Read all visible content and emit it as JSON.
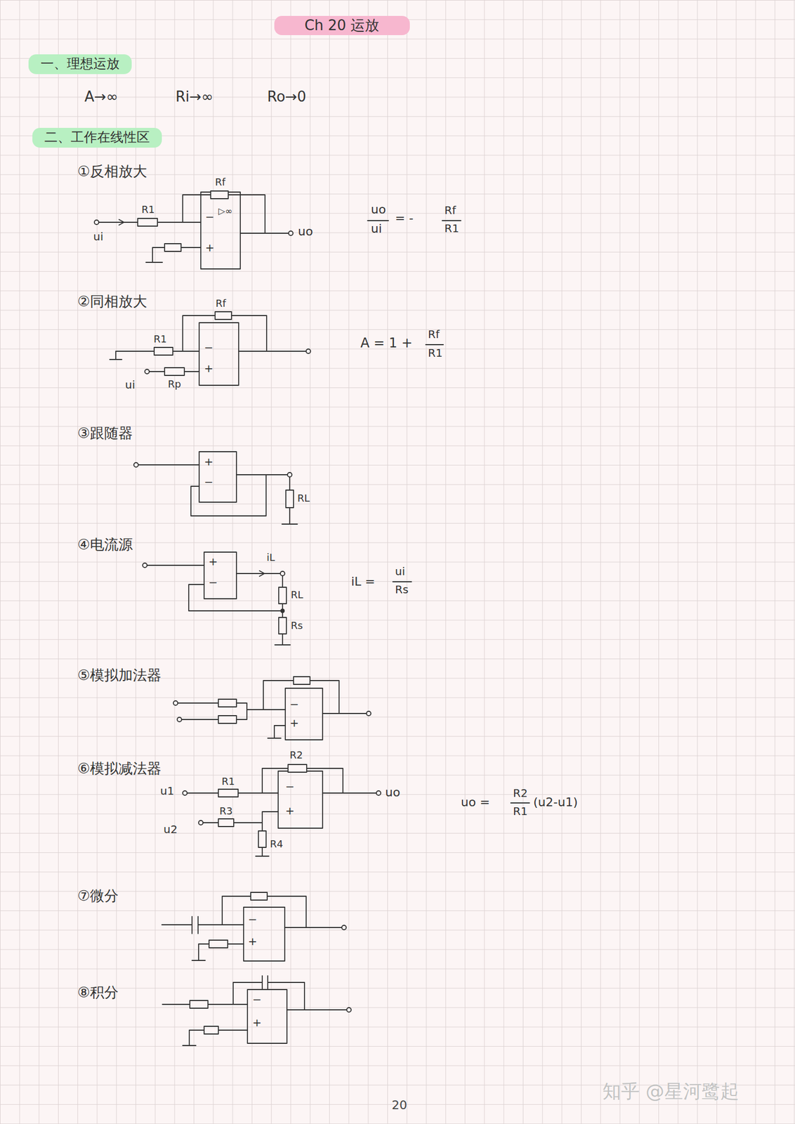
{
  "diagram": {
    "title": "Ch 20 运放",
    "nodes": [
      {
        "text": [
          "一、理想运放"
        ]
      },
      {
        "text": [
          "二、工作在线性区"
        ]
      }
    ],
    "labels": [
      "A→∞",
      "Ri→∞",
      "Ro→0",
      "①反相放大",
      "Rf",
      "R1",
      "ui",
      "−",
      "▷∞",
      "+",
      "uo",
      "uo",
      "ui",
      "= -",
      "Rf",
      "R1",
      "②同相放大",
      "Rf",
      "R1",
      "ui",
      "Rp",
      "−",
      "+",
      "A = 1 +",
      "Rf",
      "R1",
      "③跟随器",
      "+",
      "−",
      "RL",
      "④电流源",
      "iL",
      "+",
      "−",
      "RL",
      "Rs",
      "iL =",
      "ui",
      "Rs",
      "⑤模拟加法器",
      "−",
      "+",
      "⑥模拟减法器",
      "R2",
      "R1",
      "u1",
      "R3",
      "u2",
      "R4",
      "−",
      "+",
      "uo",
      "uo =",
      "R2",
      "R1",
      "(u2-u1)",
      "⑦微分",
      "−",
      "+",
      "⑧积分",
      "−",
      "+",
      "20",
      "知乎 @星河鹭起"
    ]
  }
}
